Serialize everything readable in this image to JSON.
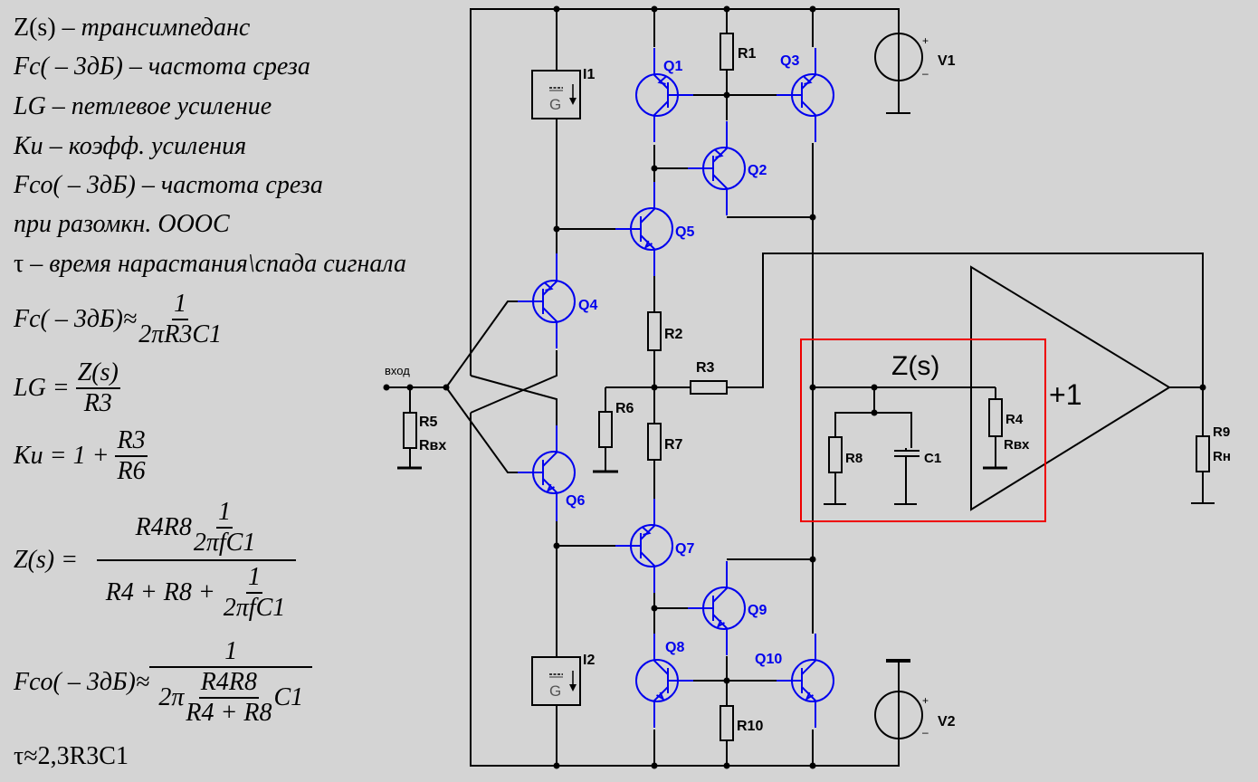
{
  "legend": [
    {
      "sym": "Z(s)",
      "desc": " – трансимпеданс"
    },
    {
      "sym": "Fc( – 3дБ)",
      "desc": " – частота среза"
    },
    {
      "sym": "LG",
      "desc": " – петлевое усиление"
    },
    {
      "sym": "Ku",
      "desc": " – коэфф. усиления"
    },
    {
      "sym": "Fco( – 3дБ)",
      "desc": " – частота среза"
    },
    {
      "sym": "",
      "desc": " при разомкн. ОООС"
    },
    {
      "sym": "τ",
      "desc": " – время нарастания\\спада сигнала"
    }
  ],
  "formulas": {
    "fc": {
      "lhs": "Fc( – 3дБ)≈",
      "num": "1",
      "den": "2πR3C1"
    },
    "lg": {
      "lhs": "LG = ",
      "num": "Z(s)",
      "den": "R3"
    },
    "ku": {
      "lhs": "Ku = 1 + ",
      "num": "R3",
      "den": "R6"
    },
    "zs": {
      "lhs": "Z(s) = ",
      "num_a": "R4R8",
      "num_b_num": "1",
      "num_b_den": "2πfC1",
      "den_a": "R4 + R8 + ",
      "den_b_num": "1",
      "den_b_den": "2πfC1"
    },
    "fco": {
      "lhs": "Fco( – 3дБ)≈",
      "num": "1",
      "den_a": "2π",
      "den_b_num": "R4R8",
      "den_b_den": "R4 + R8",
      "den_c": "C1"
    },
    "tau": "τ≈2,3R3C1"
  },
  "schematic": {
    "colors": {
      "wire": "#000000",
      "transistor": "#0000ee",
      "highlight": "#ee0000",
      "background": "#d4d4d4"
    },
    "input_label": "вход",
    "zs_label": "Z(s)",
    "buffer_gain": "+1",
    "resistors": [
      {
        "ref": "R1",
        "value": ""
      },
      {
        "ref": "R2",
        "value": ""
      },
      {
        "ref": "R3",
        "value": ""
      },
      {
        "ref": "R4",
        "value": "Rвх"
      },
      {
        "ref": "R5",
        "value": "Rвх"
      },
      {
        "ref": "R6",
        "value": ""
      },
      {
        "ref": "R7",
        "value": ""
      },
      {
        "ref": "R8",
        "value": ""
      },
      {
        "ref": "R9",
        "value": "Rн"
      },
      {
        "ref": "R10",
        "value": ""
      }
    ],
    "capacitors": [
      {
        "ref": "C1"
      }
    ],
    "current_sources": [
      {
        "ref": "I1",
        "symbol": "G"
      },
      {
        "ref": "I2",
        "symbol": "G"
      }
    ],
    "voltage_sources": [
      {
        "ref": "V1",
        "plus": "+",
        "minus": "–"
      },
      {
        "ref": "V2",
        "plus": "+",
        "minus": "–"
      }
    ],
    "transistors": [
      "Q1",
      "Q2",
      "Q3",
      "Q4",
      "Q5",
      "Q6",
      "Q7",
      "Q8",
      "Q9",
      "Q10"
    ]
  }
}
